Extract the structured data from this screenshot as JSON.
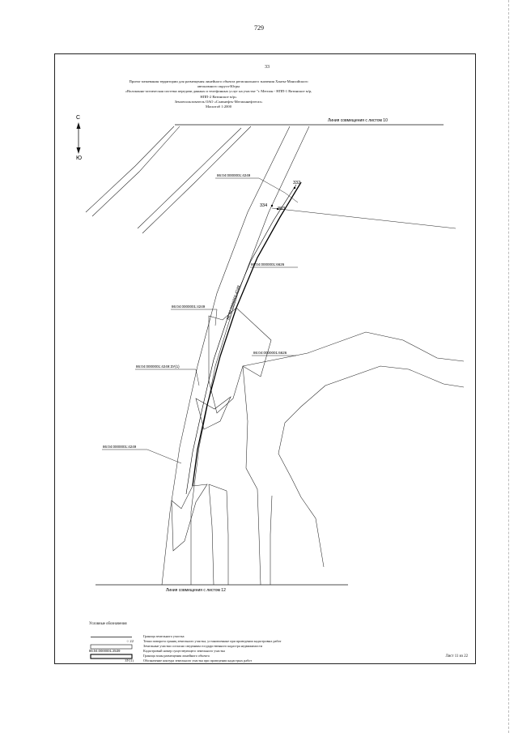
{
  "page_number": "729",
  "sheet_number": "33",
  "title_lines": [
    "Проект межевания территории для размещения линейного объекта регионального значения Ханты-Мансийского",
    "автономного округа-Югры",
    "«Волоконно-оптическая система передачи данных и телефонных услуг на участке \"г. Мегион - НПП-1 Ватинское м/р,",
    "НПП-2 Ватинское м/р»",
    "Землепользователь ОАО «Славнефть-Мегионнефтегаз»",
    "Масштаб 1:2000"
  ],
  "compass": {
    "north": "С",
    "south": "Ю"
  },
  "match_lines": {
    "top": "Линия совмещения с листом 10",
    "bottom": "Линия совмещения с листом 12"
  },
  "point_labels": [
    "332",
    "334",
    "303"
  ],
  "parcel_labels": [
    "86:04:0000001:4249",
    "86:04:0000001:4249",
    "86:04:0000001:6626",
    "86:04:0000001:4249",
    "86:04:0000001:6626",
    "86:04:0000001:4249:ЗУ(1)",
    "86:04:0000001:4249"
  ],
  "legend": {
    "title": "Условные обозначения",
    "items": [
      {
        "symbol": "",
        "text": "Граница земельного участка"
      },
      {
        "symbol": "○ 22",
        "text": "Точки поворота границ земельного участка, установленные при проведении кадастровых работ"
      },
      {
        "symbol": "",
        "text": "Земельные участки согласно сведениям государственного кадастра недвижимости"
      },
      {
        "symbol": "86:04:0000001:2539",
        "text": "Кадастровый номер существующего земельного участка"
      },
      {
        "symbol": "",
        "text": "Граница зоны размещения линейного объекта"
      },
      {
        "symbol": "ЗУ(1)",
        "text": "Обозначение контура земельного участка при проведении кадастрых работ"
      }
    ]
  },
  "sheet_footer": "Лист 11 из 22"
}
